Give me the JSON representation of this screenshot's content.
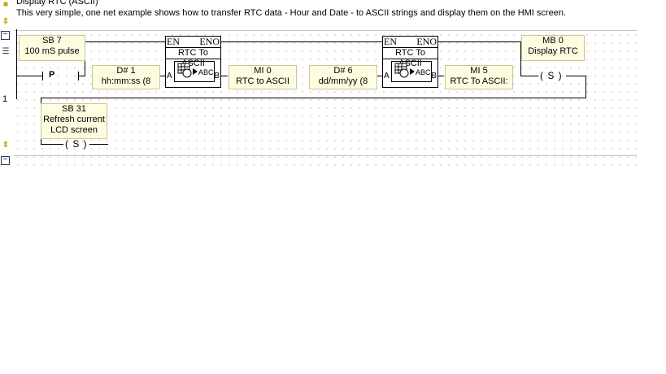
{
  "net": {
    "title": "Display RTC (ASCII)",
    "description": "This very simple, one net example shows how to transfer RTC data - Hour and Date - to ASCII strings and display them on the HMI screen.",
    "number": "1"
  },
  "contacts": {
    "sb7": {
      "line1": "SB 7",
      "line2": "100 mS pulse",
      "symbol": "P"
    }
  },
  "blocks": [
    {
      "en": "EN",
      "eno": "ENO",
      "name": "RTC To ASCII",
      "pin_a": "A",
      "pin_b": "B",
      "icon_text": "ABC"
    },
    {
      "en": "EN",
      "eno": "ENO",
      "name": "RTC To ASCII",
      "pin_a": "A",
      "pin_b": "B",
      "icon_text": "ABC"
    }
  ],
  "operands": {
    "d1": {
      "line1": "D# 1",
      "line2": "hh:mm:ss (8"
    },
    "mi0": {
      "line1": "MI 0",
      "line2": "RTC to ASCII"
    },
    "d6": {
      "line1": "D# 6",
      "line2": "dd/mm/yy (8"
    },
    "mi5": {
      "line1": "MI 5",
      "line2": "RTC To ASCII:"
    }
  },
  "coils": {
    "mb0": {
      "line1": "MB 0",
      "line2": "Display RTC",
      "symbol": "( S )"
    },
    "sb31": {
      "line1": "SB 31",
      "line2": "Refresh current",
      "line3": "LCD screen",
      "symbol": "( S )"
    }
  },
  "gutter_icons": [
    "note-icon",
    "updown-arrow-icon",
    "collapse-icon",
    "stack-icon",
    "updown-arrow-icon",
    "collapse-icon"
  ]
}
